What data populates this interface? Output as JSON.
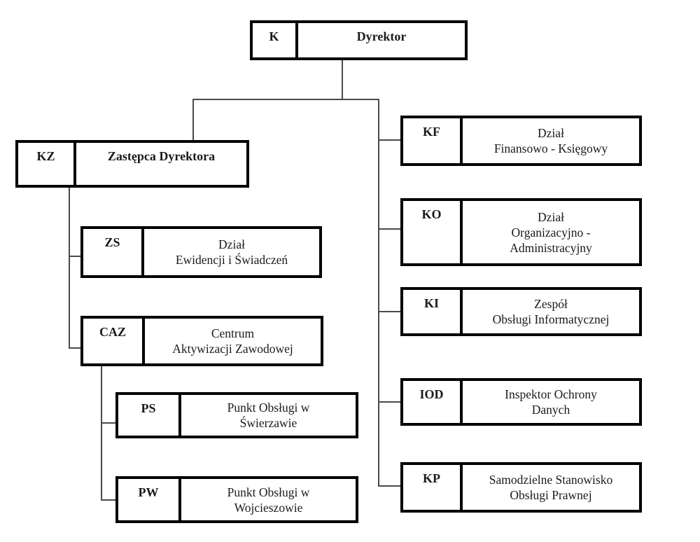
{
  "diagram": {
    "type": "org-chart",
    "colors": {
      "box_border": "#000000",
      "connector": "#4a4a4a",
      "background": "#ffffff",
      "text": "#1a1a1a"
    }
  },
  "nodes": [
    {
      "code": "K",
      "label": "Dyrektor",
      "parent": null
    },
    {
      "code": "KZ",
      "label": "Zastępca Dyrektora",
      "parent": "K"
    },
    {
      "code": "ZS",
      "label": "Dział\nEwidencji i Świadczeń",
      "parent": "KZ"
    },
    {
      "code": "CAZ",
      "label": "Centrum\nAktywizacji Zawodowej",
      "parent": "KZ"
    },
    {
      "code": "PS",
      "label": "Punkt Obsługi w\nŚwierzawie",
      "parent": "CAZ"
    },
    {
      "code": "PW",
      "label": "Punkt Obsługi w\nWojcieszowie",
      "parent": "CAZ"
    },
    {
      "code": "KF",
      "label": "Dział\nFinansowo - Księgowy",
      "parent": "K"
    },
    {
      "code": "KO",
      "label": "Dział\nOrganizacyjno -\nAdministracyjny",
      "parent": "K"
    },
    {
      "code": "KI",
      "label": "Zespół\nObsługi Informatycznej",
      "parent": "K"
    },
    {
      "code": "IOD",
      "label": "Inspektor Ochrony\nDanych",
      "parent": "K"
    },
    {
      "code": "KP",
      "label": "Samodzielne Stanowisko\nObsługi Prawnej",
      "parent": "K"
    }
  ]
}
